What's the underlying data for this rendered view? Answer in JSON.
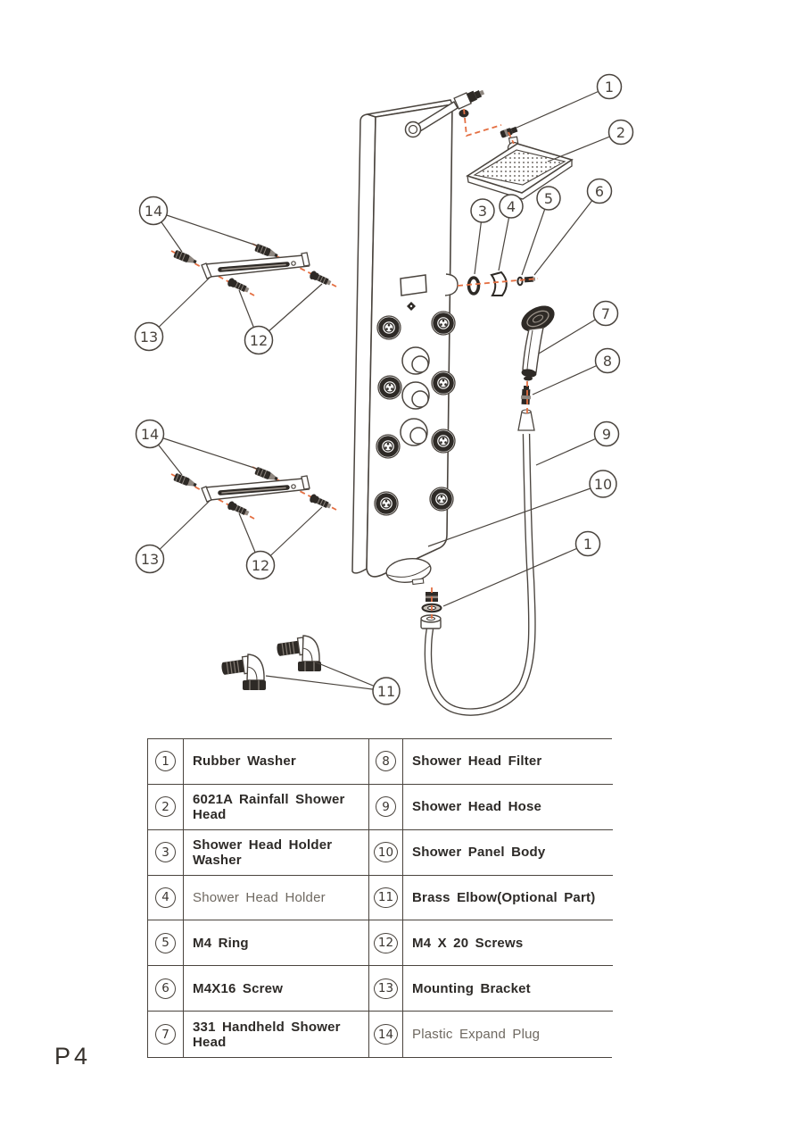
{
  "page_label": "P4",
  "colors": {
    "line": "#4a443e",
    "dark_fill": "#2e2a26",
    "accent_dashed": "#e46f42",
    "table_text": "#2d2a27",
    "muted_text": "#6f6961",
    "background": "#ffffff"
  },
  "diagram": {
    "name": "Shower panel exploded-parts diagram",
    "callouts": [
      {
        "num": "1"
      },
      {
        "num": "2"
      },
      {
        "num": "3"
      },
      {
        "num": "4"
      },
      {
        "num": "5"
      },
      {
        "num": "6"
      },
      {
        "num": "7"
      },
      {
        "num": "8"
      },
      {
        "num": "9"
      },
      {
        "num": "10"
      },
      {
        "num": "1"
      },
      {
        "num": "11"
      },
      {
        "num": "14"
      },
      {
        "num": "13"
      },
      {
        "num": "12"
      },
      {
        "num": "14"
      },
      {
        "num": "13"
      },
      {
        "num": "12"
      }
    ]
  },
  "parts_table": {
    "left": [
      {
        "num": "1",
        "label": "Rubber Washer"
      },
      {
        "num": "2",
        "label": "6021A Rainfall Shower Head"
      },
      {
        "num": "3",
        "label": "Shower Head Holder Washer"
      },
      {
        "num": "4",
        "label": "Shower Head Holder"
      },
      {
        "num": "5",
        "label": "M4 Ring"
      },
      {
        "num": "6",
        "label": "M4X16 Screw"
      },
      {
        "num": "7",
        "label": "331 Handheld Shower Head"
      }
    ],
    "right": [
      {
        "num": "8",
        "label": "Shower Head Filter"
      },
      {
        "num": "9",
        "label": "Shower Head Hose"
      },
      {
        "num": "10",
        "label": "Shower Panel Body"
      },
      {
        "num": "11",
        "label": "Brass Elbow(Optional Part)"
      },
      {
        "num": "12",
        "label": "M4 X 20 Screws"
      },
      {
        "num": "13",
        "label": "Mounting Bracket"
      },
      {
        "num": "14",
        "label": "Plastic Expand Plug"
      }
    ]
  }
}
